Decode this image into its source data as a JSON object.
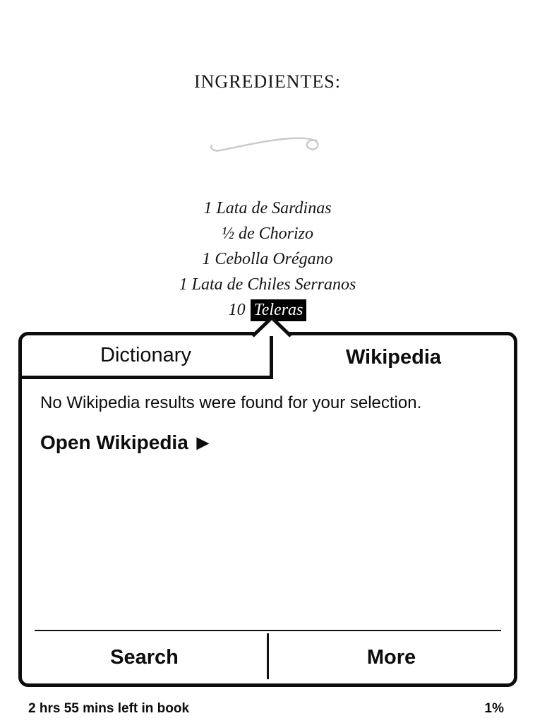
{
  "book": {
    "heading": "INGREDIENTES:",
    "ingredients": [
      "1 Lata de Sardinas",
      "½ de Chorizo",
      "1 Cebolla Orégano",
      "1 Lata de Chiles Serranos"
    ],
    "quantity_prefix": "10",
    "selected_word": "Teleras"
  },
  "popup": {
    "tabs": [
      {
        "label": "Dictionary",
        "active": false
      },
      {
        "label": "Wikipedia",
        "active": true
      }
    ],
    "message": "No Wikipedia results were found for your selection.",
    "open_link": {
      "label": "Open Wikipedia",
      "icon": "▶"
    },
    "actions": [
      {
        "label": "Search"
      },
      {
        "label": "More"
      }
    ]
  },
  "footer": {
    "time_left": "2 hrs 55 mins left in book",
    "progress": "1%"
  },
  "colors": {
    "ink": "#0d0d0d",
    "selection_bg": "#000000",
    "selection_fg": "#ffffff",
    "flourish": "#c9c9c9"
  }
}
